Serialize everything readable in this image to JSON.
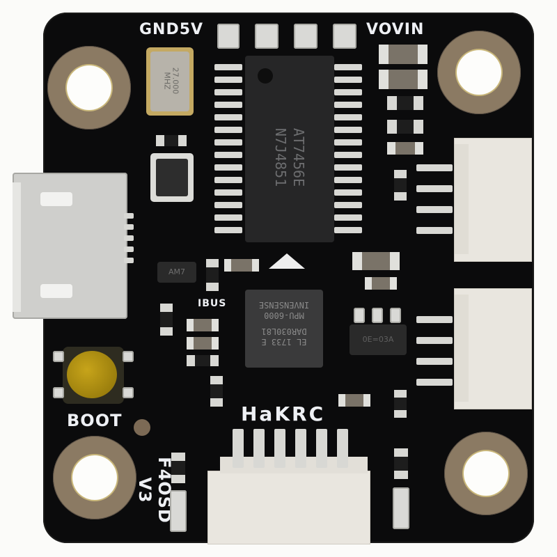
{
  "scene": {
    "subject": "Flight controller PCB (HAKRC F4OSD V3)",
    "board_color": "#0b0b0c",
    "background_color": "#fbfbf9",
    "ring_color": "#8b7a63"
  },
  "silkscreen": {
    "top_left_label": "GND5V",
    "top_right_label": "VOVIN",
    "brand": "HaKRC",
    "boot_label": "BOOT",
    "model_label": "F4OSD V3",
    "ibus_label": "IBUS"
  },
  "components": {
    "osd_chip": {
      "line1": "AT7456E",
      "line2": "N7J4851"
    },
    "imu_chip": {
      "line1": "EL 1733 E",
      "line2": "DAR030L81",
      "line3": "MPU-6000",
      "line4": "INVENSENSE"
    },
    "crystal": {
      "line1": "27.000",
      "line2": "MHZ"
    },
    "regulator": {
      "label": "AM7"
    },
    "sot_chip": {
      "label": "0E=03A"
    }
  }
}
